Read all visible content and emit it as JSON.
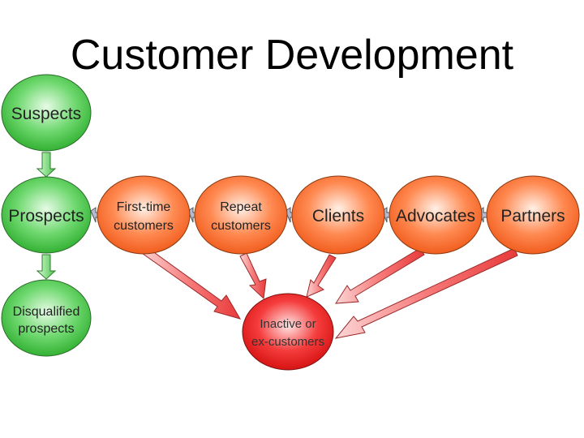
{
  "title": "Customer Development",
  "nodes": {
    "suspects": [
      "Suspects"
    ],
    "prospects": [
      "Prospects"
    ],
    "disqualified": [
      "Disqualified",
      "prospects"
    ],
    "first_time": [
      "First-time",
      "customers"
    ],
    "repeat": [
      "Repeat",
      "customers"
    ],
    "clients": [
      "Clients"
    ],
    "advocates": [
      "Advocates"
    ],
    "partners": [
      "Partners"
    ],
    "inactive": [
      "Inactive or",
      "ex-customers"
    ]
  },
  "colors": {
    "green_fill": "#3fc33f",
    "green_light": "#c8f5c8",
    "orange_fill": "#ff6a2a",
    "orange_light": "#ffd2b0",
    "red_fill": "#ee1818",
    "red_light": "#ffb0b0",
    "arrow_red": "#f25a5a",
    "arrow_green": "#8fe08f",
    "connector_grey": "#a8b0c8"
  }
}
